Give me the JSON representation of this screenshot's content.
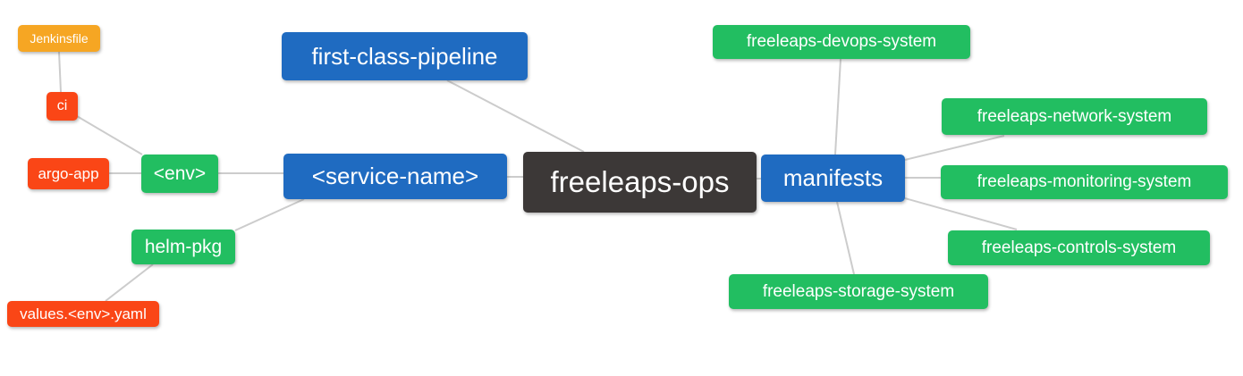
{
  "diagram": {
    "type": "mindmap",
    "root_label": "freeleaps-ops",
    "background": "#FFFFFF",
    "edge_color": "#CCCCCC",
    "palette": {
      "blue": "#1F6BC1",
      "green": "#22BE61",
      "orange_red": "#FA4616",
      "amber": "#F6A623",
      "dark": "#3C3837",
      "text": "#FFFFFF"
    },
    "nodes": {
      "jenkinsfile": {
        "label": "Jenkinsfile",
        "color": "#F6A623"
      },
      "ci": {
        "label": "ci",
        "color": "#FA4616"
      },
      "argo_app": {
        "label": "argo-app",
        "color": "#FA4616"
      },
      "env": {
        "label": "<env>",
        "color": "#22BE61"
      },
      "helm_pkg": {
        "label": "helm-pkg",
        "color": "#22BE61"
      },
      "values_env_yaml": {
        "label": "values.<env>.yaml",
        "color": "#FA4616"
      },
      "first_class_pipeline": {
        "label": "first-class-pipeline",
        "color": "#1F6BC1"
      },
      "service_name": {
        "label": "<service-name>",
        "color": "#1F6BC1"
      },
      "freeleaps_ops": {
        "label": "freeleaps-ops",
        "color": "#3C3837"
      },
      "manifests": {
        "label": "manifests",
        "color": "#1F6BC1"
      },
      "devops_system": {
        "label": "freeleaps-devops-system",
        "color": "#22BE61"
      },
      "network_system": {
        "label": "freeleaps-network-system",
        "color": "#22BE61"
      },
      "monitoring_system": {
        "label": "freeleaps-monitoring-system",
        "color": "#22BE61"
      },
      "controls_system": {
        "label": "freeleaps-controls-system",
        "color": "#22BE61"
      },
      "storage_system": {
        "label": "freeleaps-storage-system",
        "color": "#22BE61"
      }
    },
    "edges": [
      {
        "from": "Jenkinsfile",
        "to": "ci"
      },
      {
        "from": "ci",
        "to": "<env>"
      },
      {
        "from": "argo-app",
        "to": "<env>"
      },
      {
        "from": "<env>",
        "to": "<service-name>"
      },
      {
        "from": "helm-pkg",
        "to": "<service-name>"
      },
      {
        "from": "values.<env>.yaml",
        "to": "helm-pkg"
      },
      {
        "from": "first-class-pipeline",
        "to": "freeleaps-ops"
      },
      {
        "from": "<service-name>",
        "to": "freeleaps-ops"
      },
      {
        "from": "freeleaps-ops",
        "to": "manifests"
      },
      {
        "from": "manifests",
        "to": "freeleaps-devops-system"
      },
      {
        "from": "manifests",
        "to": "freeleaps-network-system"
      },
      {
        "from": "manifests",
        "to": "freeleaps-monitoring-system"
      },
      {
        "from": "manifests",
        "to": "freeleaps-controls-system"
      },
      {
        "from": "manifests",
        "to": "freeleaps-storage-system"
      }
    ]
  }
}
